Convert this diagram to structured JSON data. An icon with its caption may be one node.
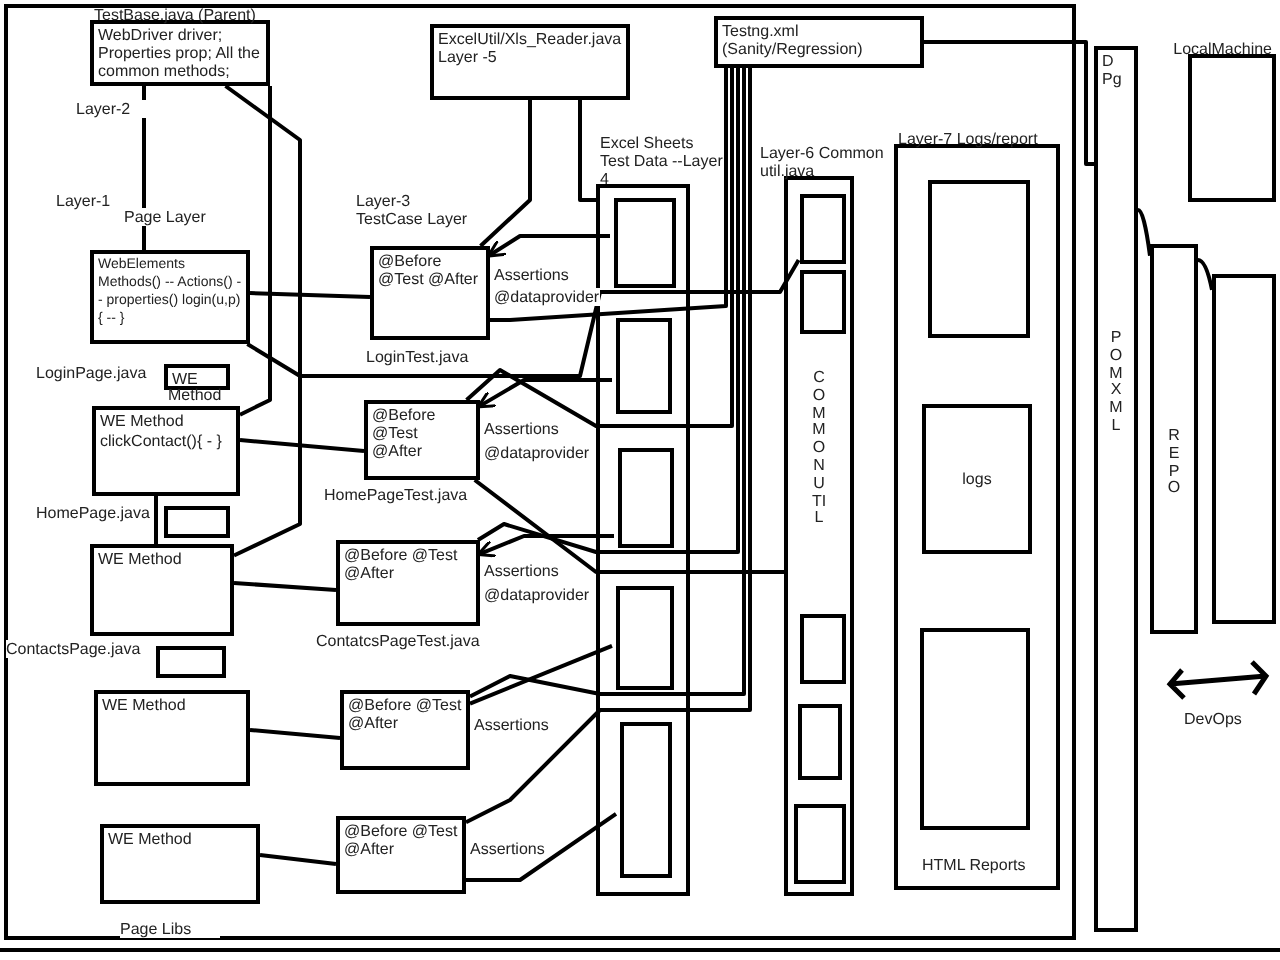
{
  "diagram": {
    "nodes": [
      {
        "text": [
          "TestBase.java (Parent)",
          "WebDriver driver; Properties prop; All the common methods;"
        ]
      },
      {
        "text": [
          "WebElements Methods() -- Actions() -- properties() login(u,p){ -- }"
        ],
        "beside": [
          "LoginPage.java"
        ]
      },
      {
        "text": [
          "WE",
          "Method"
        ]
      },
      {
        "text": [
          "WE Method",
          "clickContact(){ - }"
        ],
        "beside": [
          "HomePage.java"
        ]
      },
      {
        "text": [],
        "shape": "box"
      },
      {
        "text": [
          "WE Method"
        ],
        "beside": [
          "ContactsPage.java"
        ]
      },
      {
        "text": [],
        "shape": "box"
      },
      {
        "text": [
          "WE Method"
        ]
      },
      {
        "text": [
          "WE Method"
        ]
      },
      {
        "text": [
          "ExcelUtil/Xls_Reader.java Layer -5"
        ]
      },
      {
        "text": [
          "Testng.xml (Sanity/Regression)"
        ]
      },
      {
        "text": [
          "@Before @Test @After"
        ],
        "beside": [
          "Assertions",
          "@dataprovider",
          "LoginTest.java"
        ]
      },
      {
        "text": [
          "@Before @Test @After"
        ],
        "beside": [
          "Assertions",
          "@dataprovider",
          "HomePageTest.java"
        ]
      },
      {
        "text": [
          "@Before @Test @After"
        ],
        "beside": [
          "Assertions",
          "@dataprovider",
          "ContatcsPageTest.java"
        ]
      },
      {
        "text": [
          "@Before @Test @After"
        ],
        "beside": [
          "Assertions"
        ]
      },
      {
        "text": [
          "@Before @Test @After"
        ],
        "beside": [
          "Assertions"
        ]
      },
      {
        "text": [
          "Excel Sheets Test Data --Layer 4"
        ]
      },
      {
        "text": [],
        "shape": "box",
        "in": 16
      },
      {
        "text": [],
        "shape": "box",
        "in": 16
      },
      {
        "text": [],
        "shape": "box",
        "in": 16
      },
      {
        "text": [],
        "shape": "box",
        "in": 16
      },
      {
        "text": [],
        "shape": "box",
        "in": 16
      },
      {
        "text": [
          "Layer-6 Common util.java",
          "COMMON UTIL"
        ]
      },
      {
        "text": [],
        "shape": "box",
        "in": 22
      },
      {
        "text": [],
        "shape": "box",
        "in": 22
      },
      {
        "text": [],
        "shape": "box",
        "in": 22
      },
      {
        "text": [],
        "shape": "box",
        "in": 22
      },
      {
        "text": [],
        "shape": "box",
        "in": 22
      },
      {
        "text": [
          "Layer-7 Logs/report",
          "HTML Reports"
        ]
      },
      {
        "text": [],
        "shape": "box",
        "in": 28
      },
      {
        "text": [
          "logs"
        ],
        "in": 28
      },
      {
        "text": [],
        "shape": "box",
        "in": 28
      },
      {
        "text": [
          "D Pg",
          "POM XML"
        ]
      },
      {
        "text": [
          "REPO"
        ]
      },
      {
        "text": [],
        "shape": "box"
      },
      {
        "text": [
          "LocalMachine"
        ]
      }
    ],
    "edges": [
      {
        "from": 0,
        "to": 1,
        "arrow": "none"
      },
      {
        "from": 0,
        "to": 3,
        "arrow": "none"
      },
      {
        "from": 0,
        "to": 5,
        "arrow": "none"
      },
      {
        "from": 1,
        "to": 11,
        "arrow": "none"
      },
      {
        "from": 1,
        "to": 23,
        "arrow": "none"
      },
      {
        "from": 3,
        "to": 12,
        "arrow": "none"
      },
      {
        "from": 3,
        "to": 5,
        "arrow": "none"
      },
      {
        "from": 5,
        "to": 13,
        "arrow": "none"
      },
      {
        "from": 7,
        "to": 14,
        "arrow": "none"
      },
      {
        "from": 8,
        "to": 15,
        "arrow": "none"
      },
      {
        "from": 10,
        "to": 11,
        "arrow": "none"
      },
      {
        "from": 10,
        "to": 12,
        "arrow": "none"
      },
      {
        "from": 10,
        "to": 13,
        "arrow": "none"
      },
      {
        "from": 10,
        "to": 14,
        "arrow": "none"
      },
      {
        "from": 10,
        "to": 15,
        "arrow": "none"
      },
      {
        "from": 10,
        "to": 32,
        "arrow": "none"
      },
      {
        "from": 17,
        "to": 11,
        "arrow": "to"
      },
      {
        "from": 18,
        "to": 12,
        "arrow": "to"
      },
      {
        "from": 19,
        "to": 13,
        "arrow": "to"
      },
      {
        "from": 20,
        "to": 14,
        "arrow": "none"
      },
      {
        "from": 21,
        "to": 15,
        "arrow": "none"
      },
      {
        "from": 9,
        "to": 11,
        "arrow": "none"
      },
      {
        "from": 9,
        "to": 16,
        "arrow": "none"
      },
      {
        "from": 12,
        "to": 22,
        "arrow": "none"
      },
      {
        "from": 32,
        "to": 33,
        "arrow": "none"
      },
      {
        "from": 33,
        "to": 34,
        "arrow": "none"
      }
    ],
    "labels": [
      "Layer-2",
      "Layer-1",
      "Page Layer",
      "Layer-3 TestCase Layer",
      "DevOps",
      "Page Libs"
    ]
  }
}
